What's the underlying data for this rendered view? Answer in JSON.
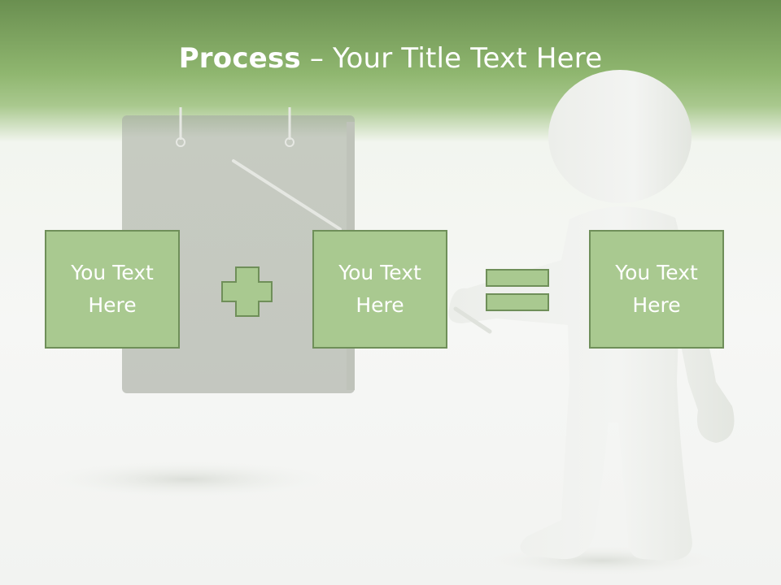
{
  "slide": {
    "title_bold": "Process",
    "title_rest": " – Your Title Text Here"
  },
  "boxes": [
    {
      "text": "You Text Here"
    },
    {
      "text": "You Text Here"
    },
    {
      "text": "You Text Here"
    }
  ],
  "colors": {
    "header_green": "#6a8f50",
    "box_fill": "#a9c990",
    "box_border": "#6f8f59"
  },
  "icons": [
    "plus-icon",
    "equals-icon"
  ]
}
